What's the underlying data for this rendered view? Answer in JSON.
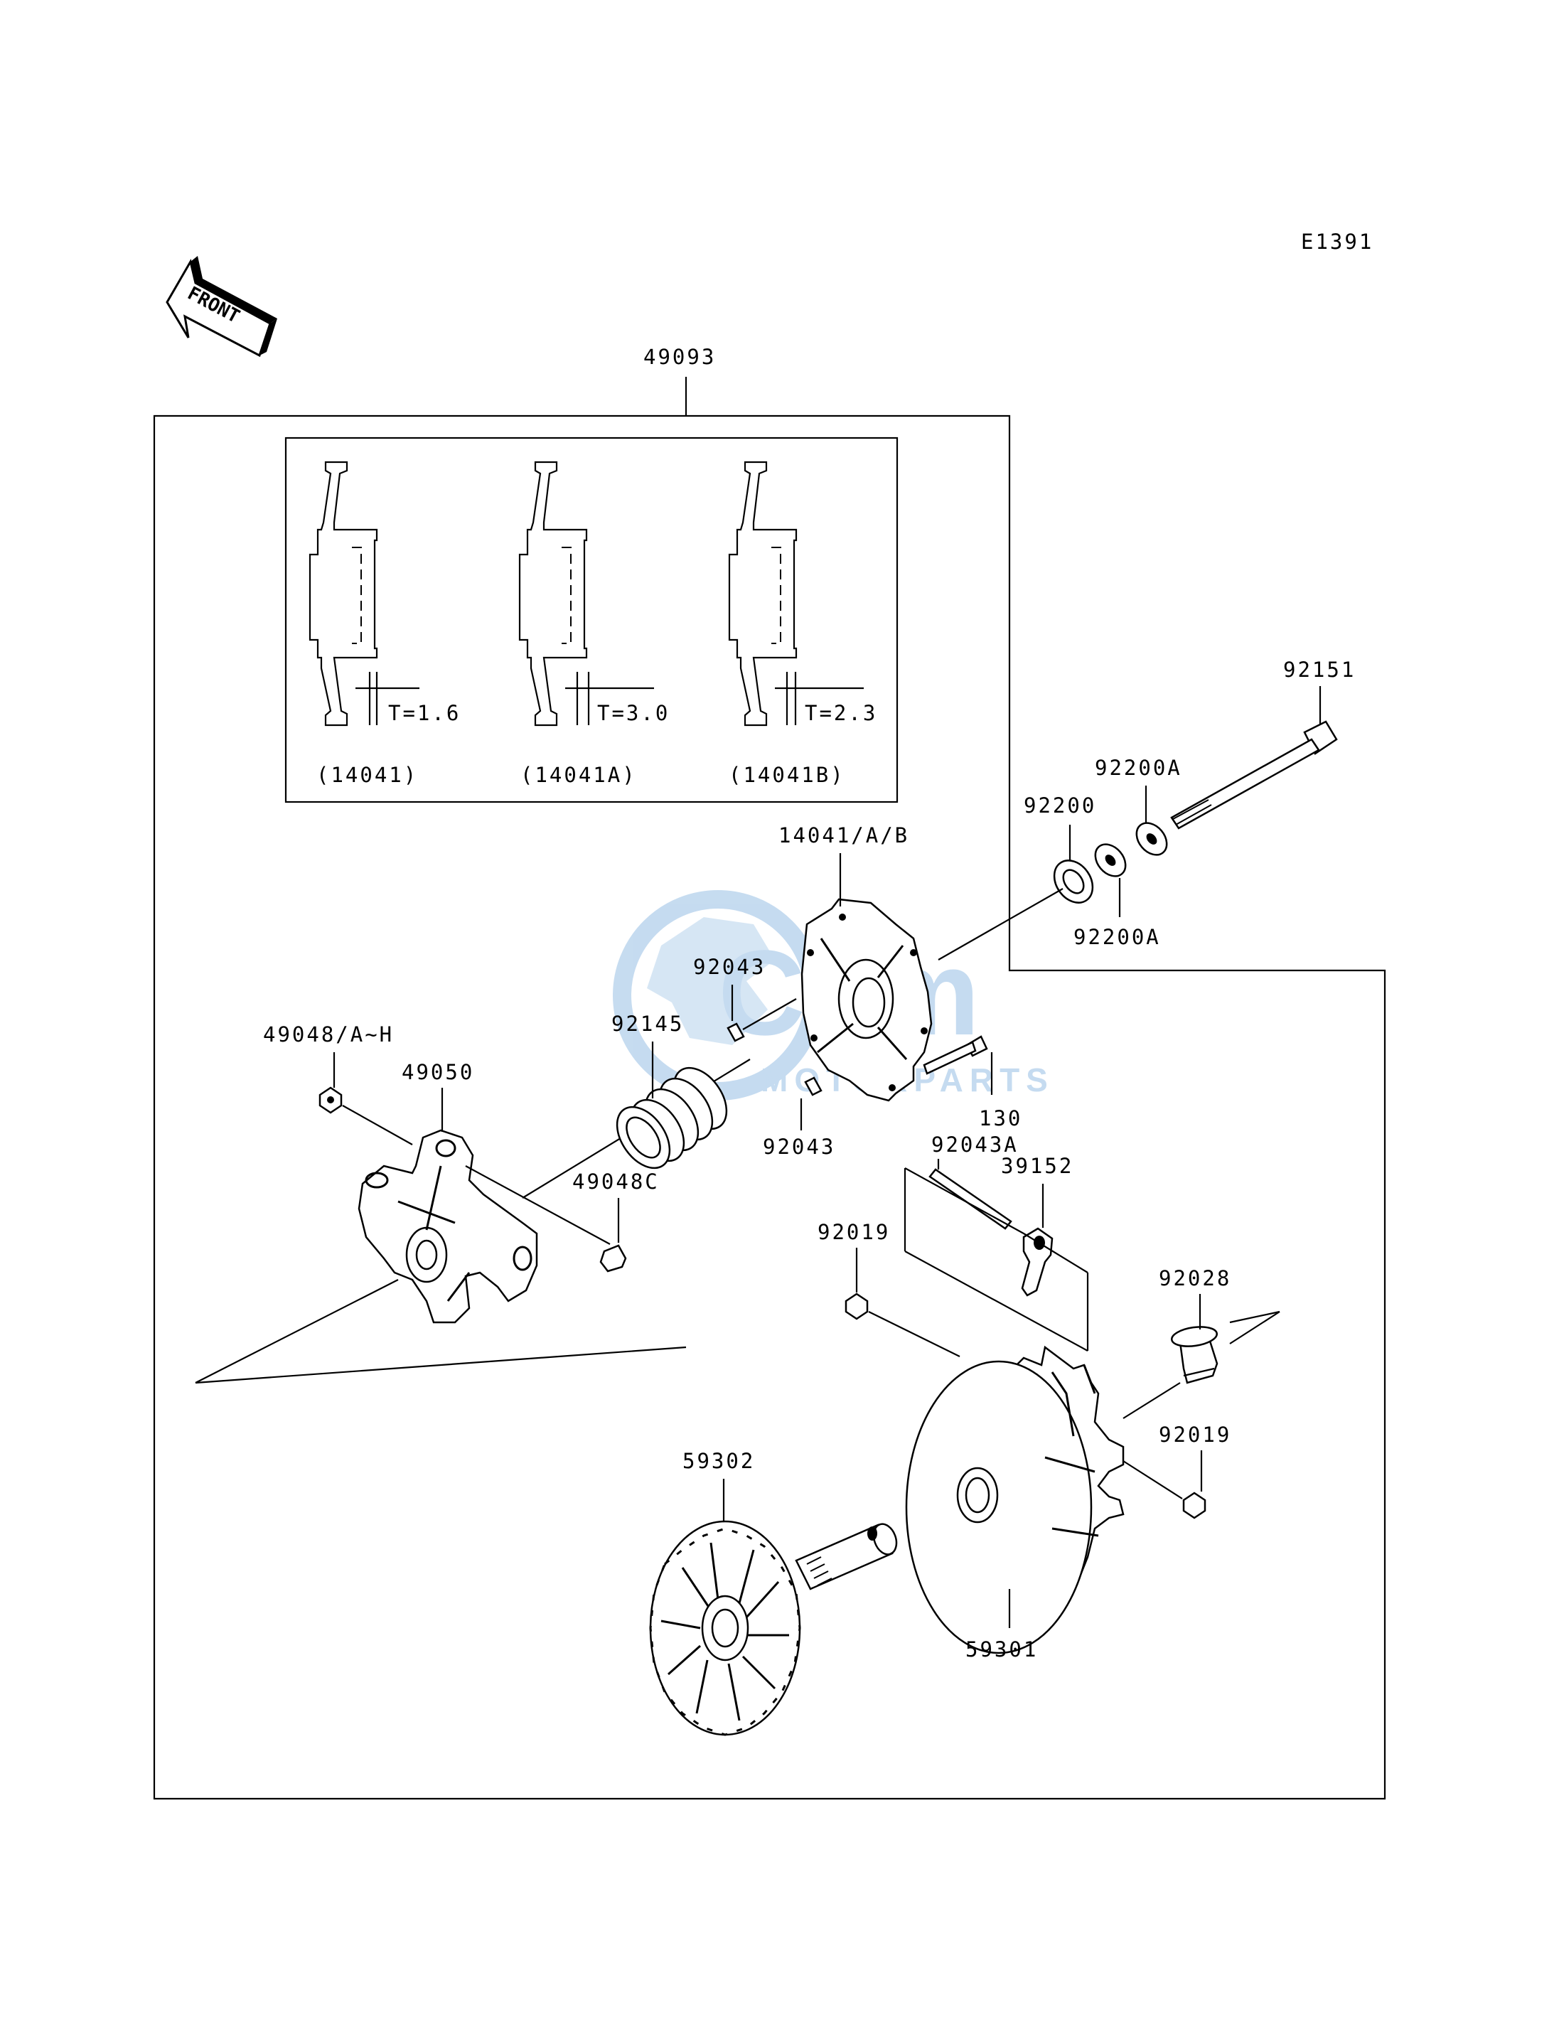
{
  "diagram_code": "E1391",
  "front_label": "FRONT",
  "watermark": {
    "brand": "Cem",
    "tagline": "MOTORPARTS",
    "color": "#5b9bd5"
  },
  "inset": {
    "variants": [
      {
        "thickness": "T=1.6",
        "part": "(14041)"
      },
      {
        "thickness": "T=3.0",
        "part": "(14041A)"
      },
      {
        "thickness": "T=2.3",
        "part": "(14041B)"
      }
    ]
  },
  "callouts": {
    "assembly": "49093",
    "bolt": "92151",
    "washer_a_top": "92200A",
    "washer": "92200",
    "washer_a_bottom": "92200A",
    "spider": "14041/A/B",
    "pin_upper": "92043",
    "spring": "92145",
    "weight_set": "49048/A~H",
    "cover": "49050",
    "weight_c": "49048C",
    "pin_lower": "92043",
    "screw": "130",
    "pin_long": "92043A",
    "arm": "39152",
    "nut_left": "92019",
    "bushing": "92028",
    "nut_right": "92019",
    "fixed_sheave": "59302",
    "movable_sheave": "59301"
  }
}
